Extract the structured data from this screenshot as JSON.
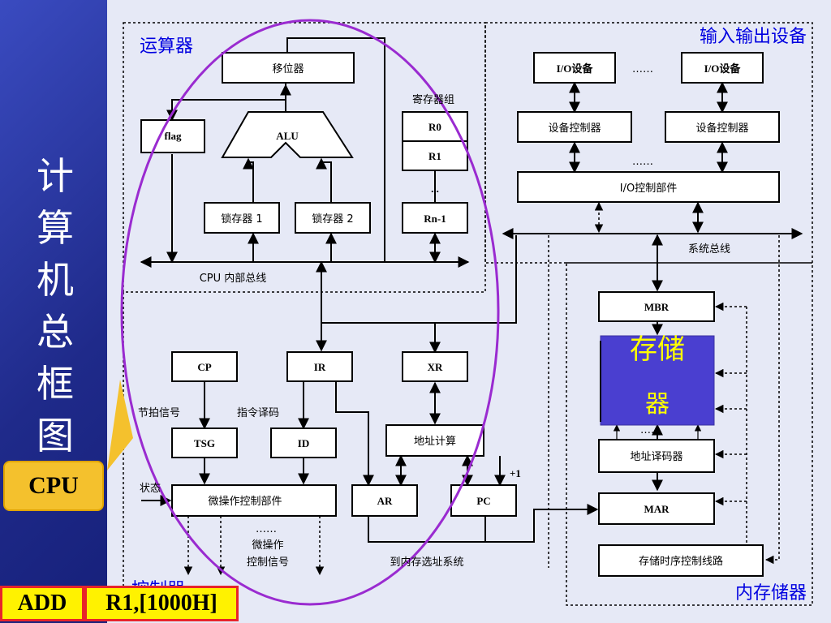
{
  "slide": {
    "vertical_title": "计算机总框图",
    "cpu_badge": "CPU",
    "instruction": {
      "opcode": "ADD",
      "operands": "R1,[1000H]"
    }
  },
  "sections": {
    "alu_section": "运算器",
    "io_section": "输入输出设备",
    "control_section": "控制器",
    "memory_section": "内存储器"
  },
  "blocks": {
    "shifter": "移位器",
    "flag": "flag",
    "alu": "ALU",
    "latch1": "锁存器 1",
    "latch2": "锁存器 2",
    "register_group": "寄存器组",
    "r0": "R0",
    "r1": "R1",
    "reg_dots": "...",
    "rn1": "Rn-1",
    "cpu_bus": "CPU 内部总线",
    "io_device_1": "I/O设备",
    "io_device_2": "I/O设备",
    "io_dots_1": "……",
    "controller_1": "设备控制器",
    "controller_2": "设备控制器",
    "io_dots_2": "……",
    "io_control": "I/O控制部件",
    "system_bus": "系统总线",
    "cp": "CP",
    "ir": "IR",
    "xr": "XR",
    "clock_signal": "节拍信号",
    "instr_decode": "指令译码",
    "tsg": "TSG",
    "id": "ID",
    "addr_calc": "地址计算",
    "status": "状态",
    "plus_one": "+1",
    "micro_ctrl": "微操作控制部件",
    "ar": "AR",
    "pc": "PC",
    "micro_dots": "……",
    "micro_signal_1": "微操作",
    "micro_signal_2": "控制信号",
    "to_memory": "到内存选址系统",
    "mbr": "MBR",
    "memory_1": "存储",
    "memory_2": "器",
    "mem_dots": "……",
    "addr_decoder": "地址译码器",
    "mar": "MAR",
    "mem_timing": "存储时序控制线路"
  },
  "colors": {
    "sidebar": "#1f2a8a",
    "badge": "#f4c12d",
    "memory_fill": "#4a3fd0",
    "memory_text": "#ffff00",
    "ellipse": "#9a2bd0",
    "instruction_fill": "#fff200",
    "instruction_border": "#e8242a",
    "heading": "#0000e0"
  }
}
